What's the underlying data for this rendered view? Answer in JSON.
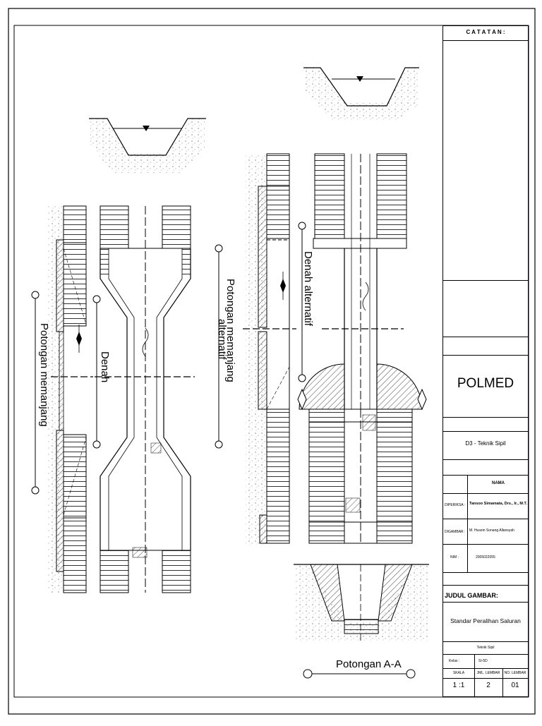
{
  "drawing": {
    "labels": {
      "potongan_memanjang": "Potongan memanjang",
      "denah": "Denah",
      "potongan_memanjang_alternatif_1": "Potongan memanjang",
      "potongan_memanjang_alternatif_2": "alternatif",
      "denah_alternatif": "Denah alternatif",
      "potongan_aa": "Potongan A-A"
    }
  },
  "title_block": {
    "catatan": "C A T A T A N :",
    "institution": "POLMED",
    "program": "D3 - Teknik Sipil",
    "nama_header": "NAMA",
    "diperiksa_label": "DIPERIKSA :",
    "diperiksa_value": "Tansoo Simamata, Drs., Ir., M.T.",
    "digambar_label": "DIGAMBAR :",
    "digambar_value": "M. Husein Sonang Allansyah",
    "nim_label": "NIM :",
    "nim_value": "2005022055",
    "judul_label": "JUDUL GAMBAR:",
    "judul_value": "Standar Peralihan Saluran",
    "dept": "Teknik Sipil",
    "kelas_label": "Kelas :",
    "kelas_value": "SI-5D",
    "skala_label": "SKALA",
    "jml_lembar_label": "JML. LEMBAR",
    "no_lembar_label": "NO. LEMBAR",
    "skala_value": "1 :1",
    "jml_lembar_value": "2",
    "no_lembar_value": "01"
  }
}
